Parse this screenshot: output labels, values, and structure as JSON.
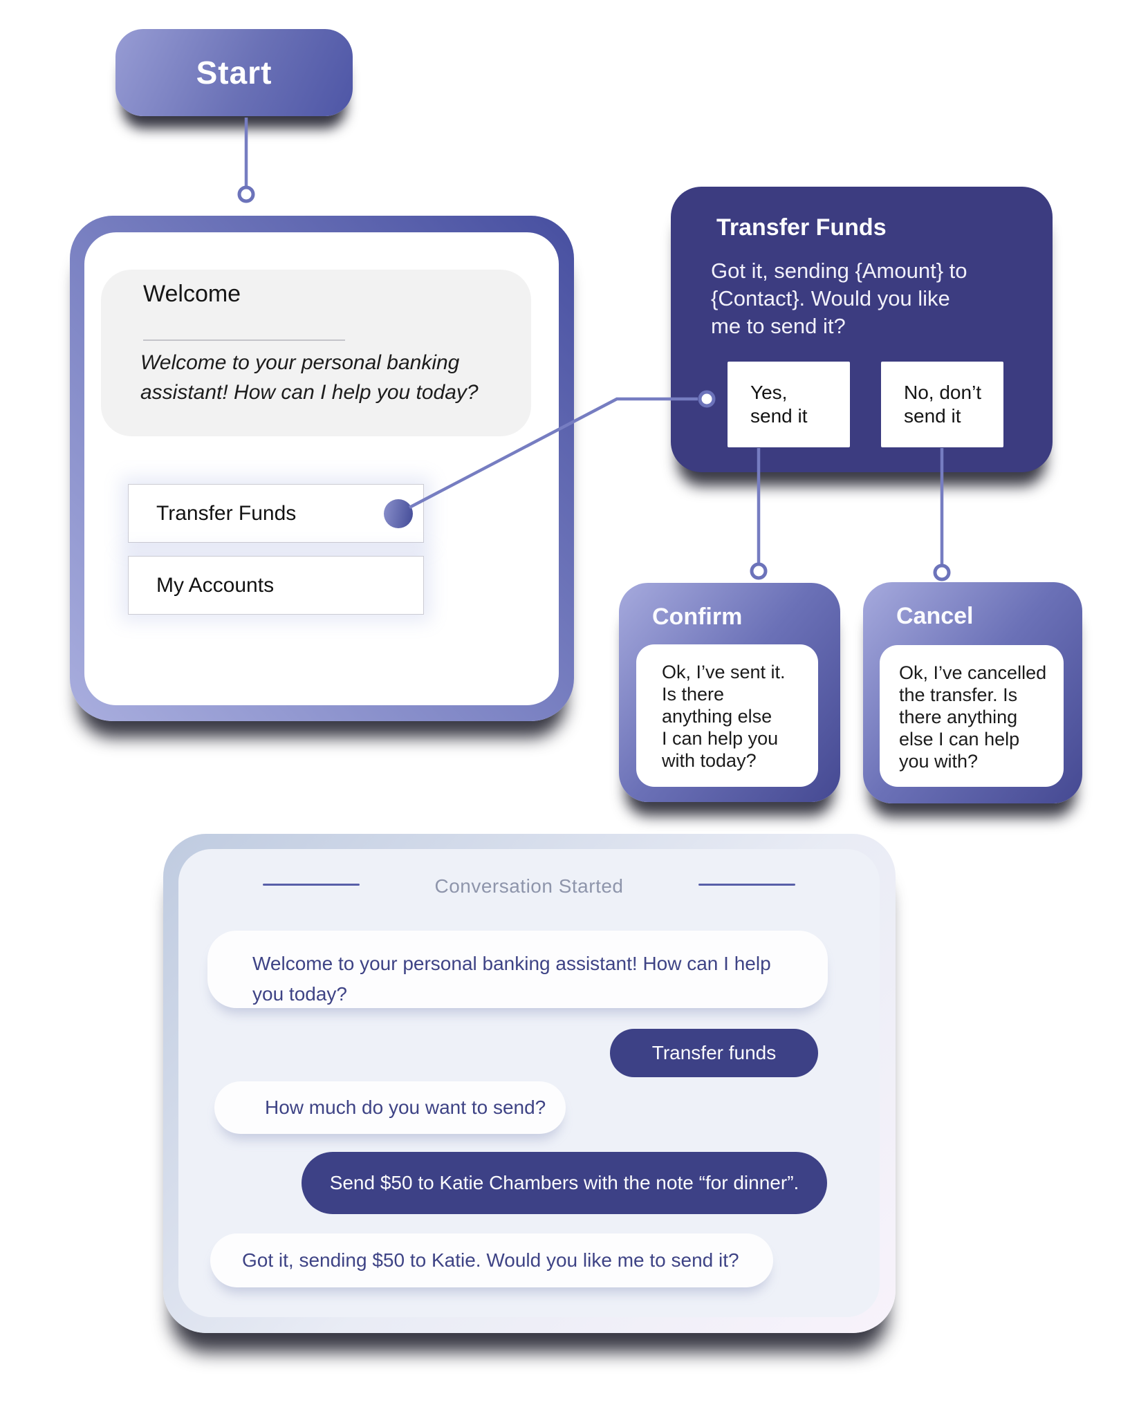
{
  "start": {
    "label": "Start"
  },
  "welcome_card": {
    "title": "Welcome",
    "body": "Welcome to your personal banking assistant! How can I help you today?",
    "options": [
      {
        "label": "Transfer Funds"
      },
      {
        "label": "My Accounts"
      }
    ]
  },
  "transfer_node": {
    "title": "Transfer Funds",
    "body": "Got it, sending {Amount} to\n{Contact}. Would you like\nme to send it?",
    "buttons": [
      {
        "label": "Yes,\nsend it"
      },
      {
        "label": "No, don’t\nsend it"
      }
    ]
  },
  "confirm_node": {
    "title": "Confirm",
    "body": "Ok, I’ve sent it.\nIs there\nanything else\nI can help you\nwith today?"
  },
  "cancel_node": {
    "title": "Cancel",
    "body": "Ok, I’ve cancelled\nthe transfer. Is\nthere anything\nelse I can help\nyou with?"
  },
  "chat": {
    "divider_label": "Conversation Started",
    "messages": [
      {
        "from": "bot",
        "text": "Welcome to your personal banking assistant! How can I help\nyou today?"
      },
      {
        "from": "user",
        "text": "Transfer funds"
      },
      {
        "from": "bot",
        "text": "How much do you want to send?"
      },
      {
        "from": "user",
        "text": "Send $50 to Katie Chambers with the note “for dinner”."
      },
      {
        "from": "bot",
        "text": "Got it, sending $50 to Katie. Would you like me to send it?"
      }
    ]
  },
  "colors": {
    "node_dark": "#3c3c80",
    "node_gradient_light": "#a6aadd",
    "node_gradient_dark": "#454992",
    "wire": "#767dc1",
    "chat_bg": "#eef1f8",
    "user_bubble": "#3d4186",
    "bot_text": "#3e4385",
    "divider_line": "#575fa8"
  }
}
